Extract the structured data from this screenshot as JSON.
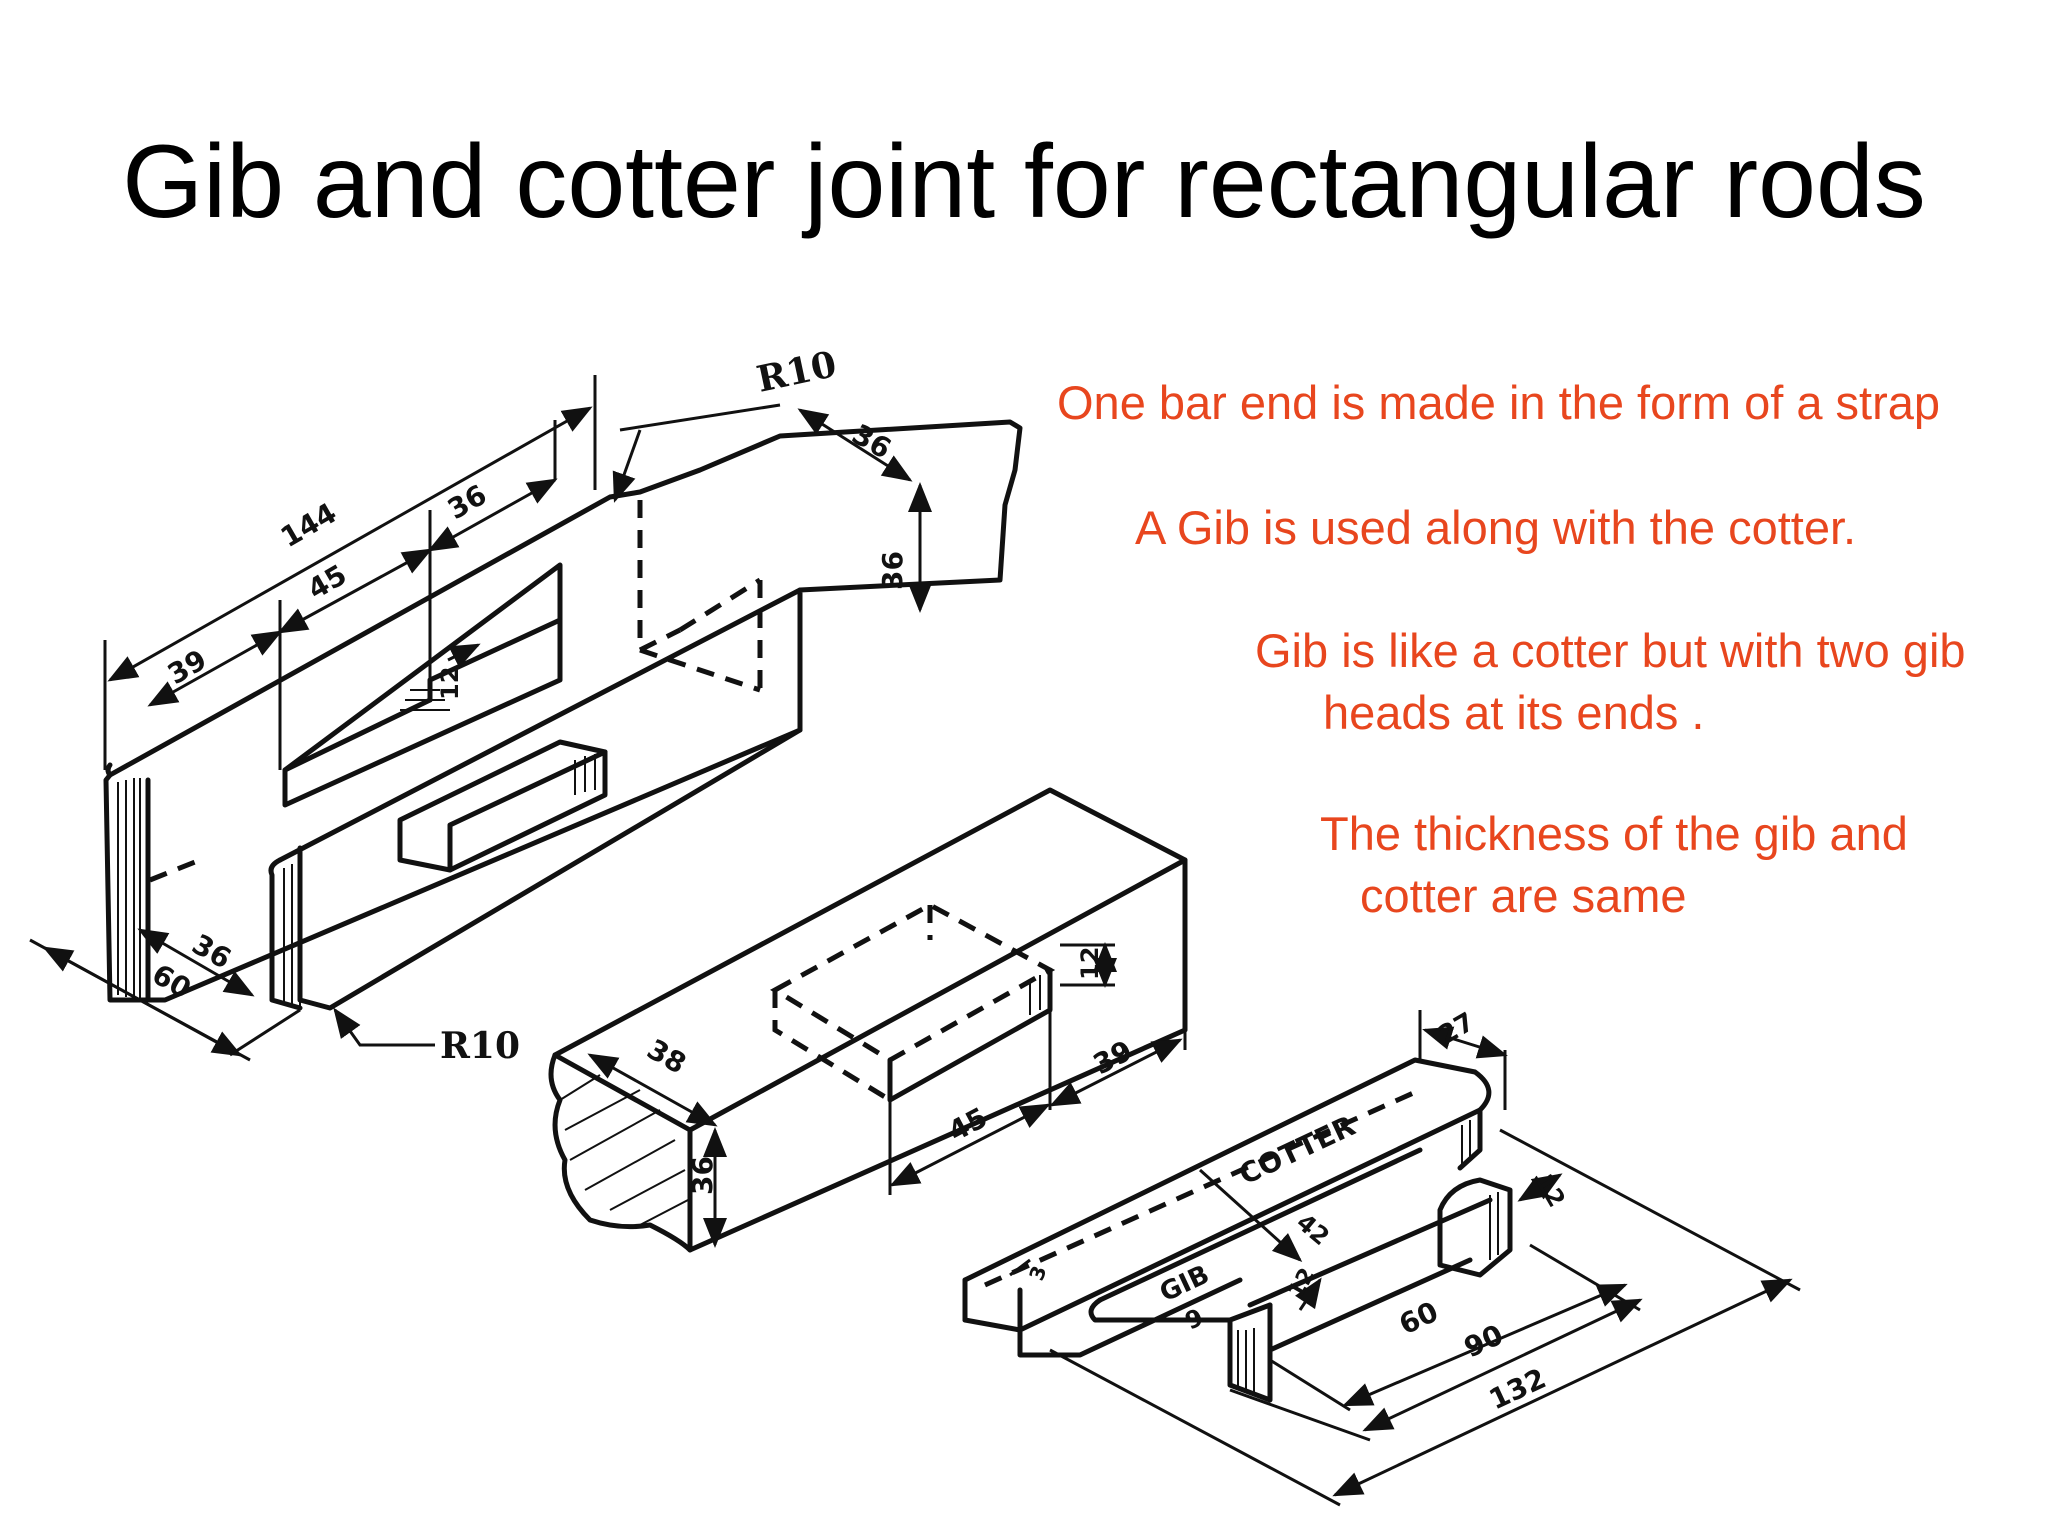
{
  "title": "Gib and cotter joint for rectangular rods",
  "notes": [
    {
      "line1": "One bar end is made in the form of a strap",
      "line2": ""
    },
    {
      "line1": "A Gib is used along with the cotter.",
      "line2": ""
    },
    {
      "line1": "Gib is like a cotter but with two gib",
      "line2": "heads at its ends ."
    },
    {
      "line1": "The thickness of the gib and",
      "line2": "cotter are same"
    }
  ],
  "diagram": {
    "strap_labels": {
      "r10_top": "R10",
      "r10_bottom": "R10",
      "d144": "144",
      "d36_top": "36",
      "d45": "45",
      "d39": "39",
      "d12": "12",
      "d36_width": "36",
      "d36_height": "36",
      "d36_base": "36",
      "d60": "60"
    },
    "rod_labels": {
      "d38": "38",
      "d36": "36",
      "d12": "12",
      "d45": "45",
      "d39": "39"
    },
    "cotter_labels": {
      "cotter": "COTTER",
      "gib": "GIB",
      "d27": "27",
      "d12": "12",
      "d42": "42",
      "d12b": "12",
      "d9": "9",
      "d3": "3",
      "d60": "60",
      "d90": "90",
      "d132": "132"
    }
  }
}
